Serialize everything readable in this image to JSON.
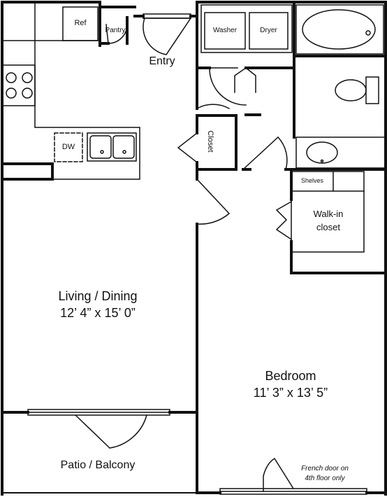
{
  "rooms": {
    "living_dining": {
      "name": "Living / Dining",
      "size": "12’ 4” x 15’ 0”"
    },
    "bedroom": {
      "name": "Bedroom",
      "size": "11’ 3” x 13’ 5”"
    },
    "patio": {
      "name": "Patio / Balcony"
    },
    "walkin_closet": {
      "line1": "Walk-in",
      "line2": "closet"
    }
  },
  "fixtures": {
    "ref": "Ref",
    "pantry": "Pantry",
    "entry": "Entry",
    "washer": "Washer",
    "dryer": "Dryer",
    "closet": "Closet",
    "dw": "DW",
    "shelves": "Shelves"
  },
  "notes": {
    "french_door_line1": "French door on",
    "french_door_line2": "4th floor only"
  }
}
